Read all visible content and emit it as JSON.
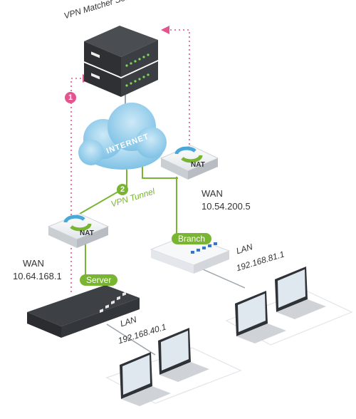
{
  "title": "VPN Matcher Server",
  "internet_label": "INTERNET",
  "tunnel": {
    "step": "2",
    "label": "VPN Tunnel"
  },
  "matcher_step": "1",
  "nat_label": "NAT",
  "server": {
    "tag": "Server",
    "wan_label": "WAN",
    "wan_ip": "10.64.168.1",
    "lan_label": "LAN",
    "lan_ip": "192.168.40.1"
  },
  "branch": {
    "tag": "Branch",
    "wan_label": "WAN",
    "wan_ip": "10.54.200.5",
    "lan_label": "LAN",
    "lan_ip": "192.168.81.1"
  },
  "colors": {
    "accent_green": "#79b531",
    "pink_dotted": "#e4548f",
    "cloud_blue": "#8fcbea",
    "link_gray": "#9aa3ab"
  }
}
